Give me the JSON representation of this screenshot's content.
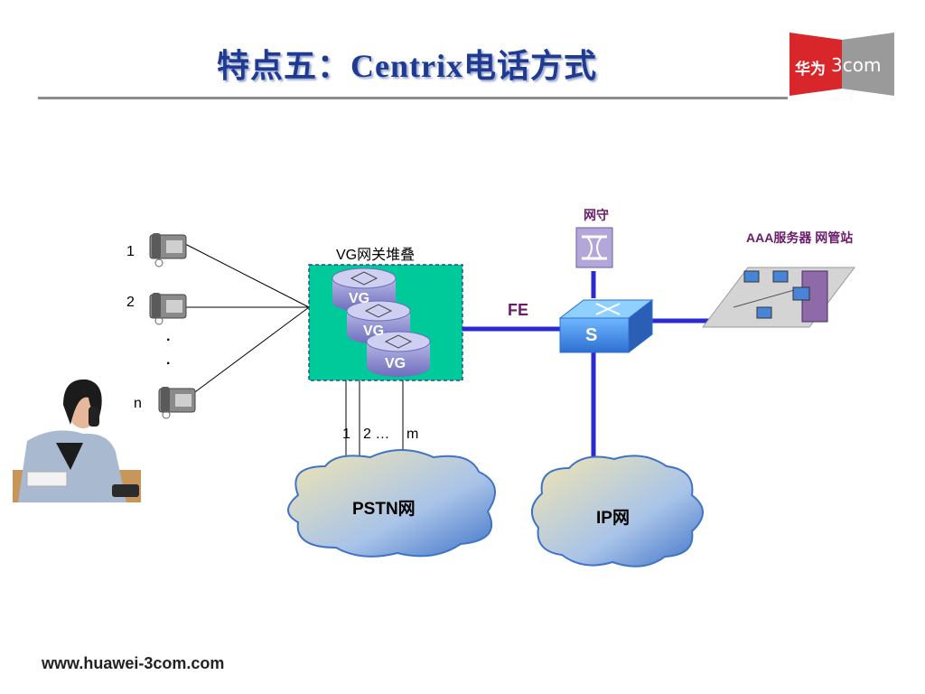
{
  "title": "特点五：Centrix电话方式",
  "logo": {
    "brand_cn": "华为",
    "brand_en": "3com"
  },
  "diagram": {
    "phones": [
      "1",
      "2",
      "n"
    ],
    "dots": [
      "·",
      "·"
    ],
    "vg_stack_label": "VG网关堆叠",
    "vg_unit": "VG",
    "fe_label": "FE",
    "gatekeeper_label": "网守",
    "switch_symbol": "S",
    "servers_label": "AAA服务器  网管站",
    "trunk_labels": [
      "1",
      "2 …",
      "m"
    ],
    "pstn_label": "PSTN网",
    "ip_label": "IP网"
  },
  "colors": {
    "title": "#1f3a93",
    "vg_box": "#00c99a",
    "link": "#2a2ad0",
    "logo_red": "#d9262b",
    "logo_gray": "#9a9a9a"
  },
  "footer": "www.huawei-3com.com"
}
